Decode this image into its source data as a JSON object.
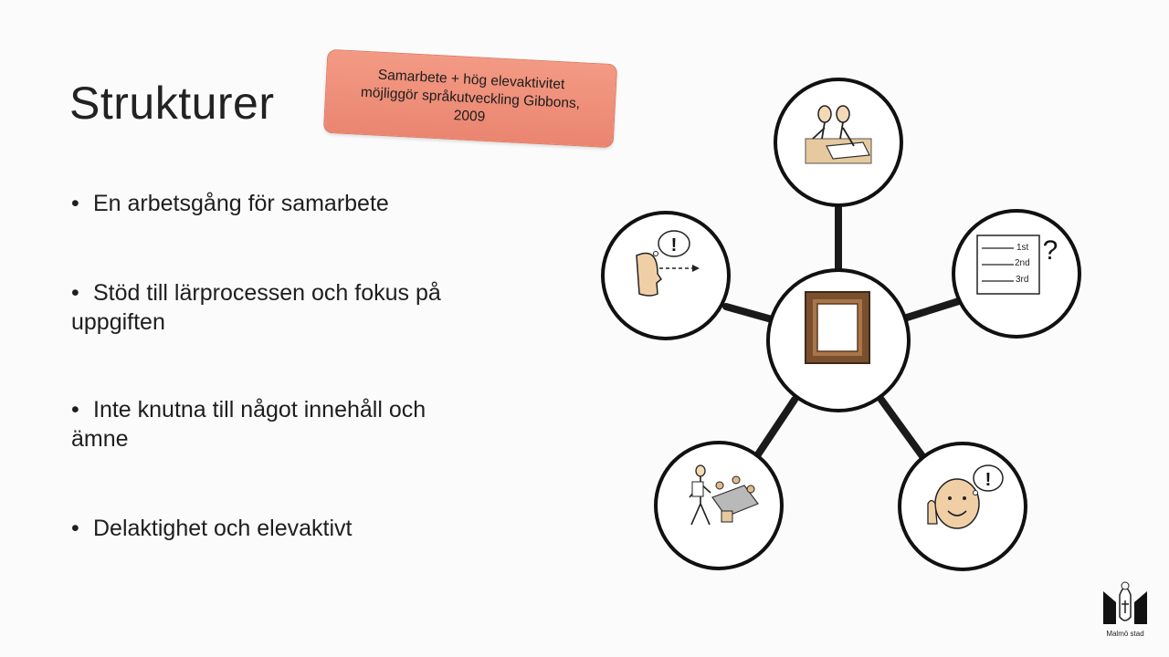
{
  "slide": {
    "title": "Strukturer",
    "callout": {
      "line1": "Samarbete + hög elevaktivitet",
      "line2": "möjliggör språkutveckling Gibbons,",
      "line3": "2009"
    },
    "bullets": [
      {
        "line1": "En arbetsgång för samarbete",
        "line2": ""
      },
      {
        "line1": "Stöd till lärprocessen och fokus på",
        "line2": "uppgiften"
      },
      {
        "line1": "Inte knutna till något innehåll och",
        "line2": "ämne"
      },
      {
        "line1": "Delaktighet och elevaktivt",
        "line2": ""
      }
    ],
    "bullet_glyph": "•"
  },
  "diagram": {
    "list_labels": [
      "1st",
      "2nd",
      "3rd"
    ],
    "question_mark": "?",
    "exclamation": "!"
  },
  "logo": {
    "name": "Malmö stad"
  }
}
